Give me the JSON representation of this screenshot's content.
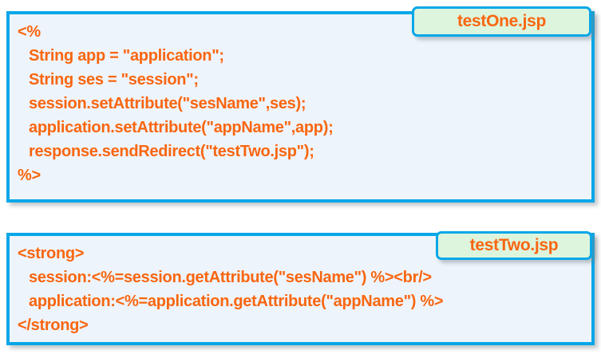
{
  "palette": {
    "page_background": "#ffffff",
    "card_background": "#eef4fb",
    "card_border": "#06a7e8",
    "code_text": "#f96610",
    "label_background": "#ddf5dd",
    "label_border": "#06a7e8",
    "label_text": "#f96610",
    "shadow": "rgba(120,130,140,0.45)"
  },
  "snippets": [
    {
      "file_name": "testOne.jsp",
      "lines": [
        {
          "indent": 0,
          "text": "<%"
        },
        {
          "indent": 1,
          "text": "String app = \"application\";"
        },
        {
          "indent": 1,
          "text": "String ses = \"session\";"
        },
        {
          "indent": 1,
          "text": "session.setAttribute(\"sesName\",ses);"
        },
        {
          "indent": 1,
          "text": "application.setAttribute(\"appName\",app);"
        },
        {
          "indent": 1,
          "text": "response.sendRedirect(\"testTwo.jsp\");"
        },
        {
          "indent": 0,
          "text": "%>"
        }
      ]
    },
    {
      "file_name": "testTwo.jsp",
      "lines": [
        {
          "indent": 0,
          "text": "<strong>"
        },
        {
          "indent": 1,
          "text": "session:<%=session.getAttribute(\"sesName\") %><br/>"
        },
        {
          "indent": 1,
          "text": "application:<%=application.getAttribute(\"appName\") %>"
        },
        {
          "indent": 0,
          "text": "</strong>"
        }
      ]
    }
  ]
}
